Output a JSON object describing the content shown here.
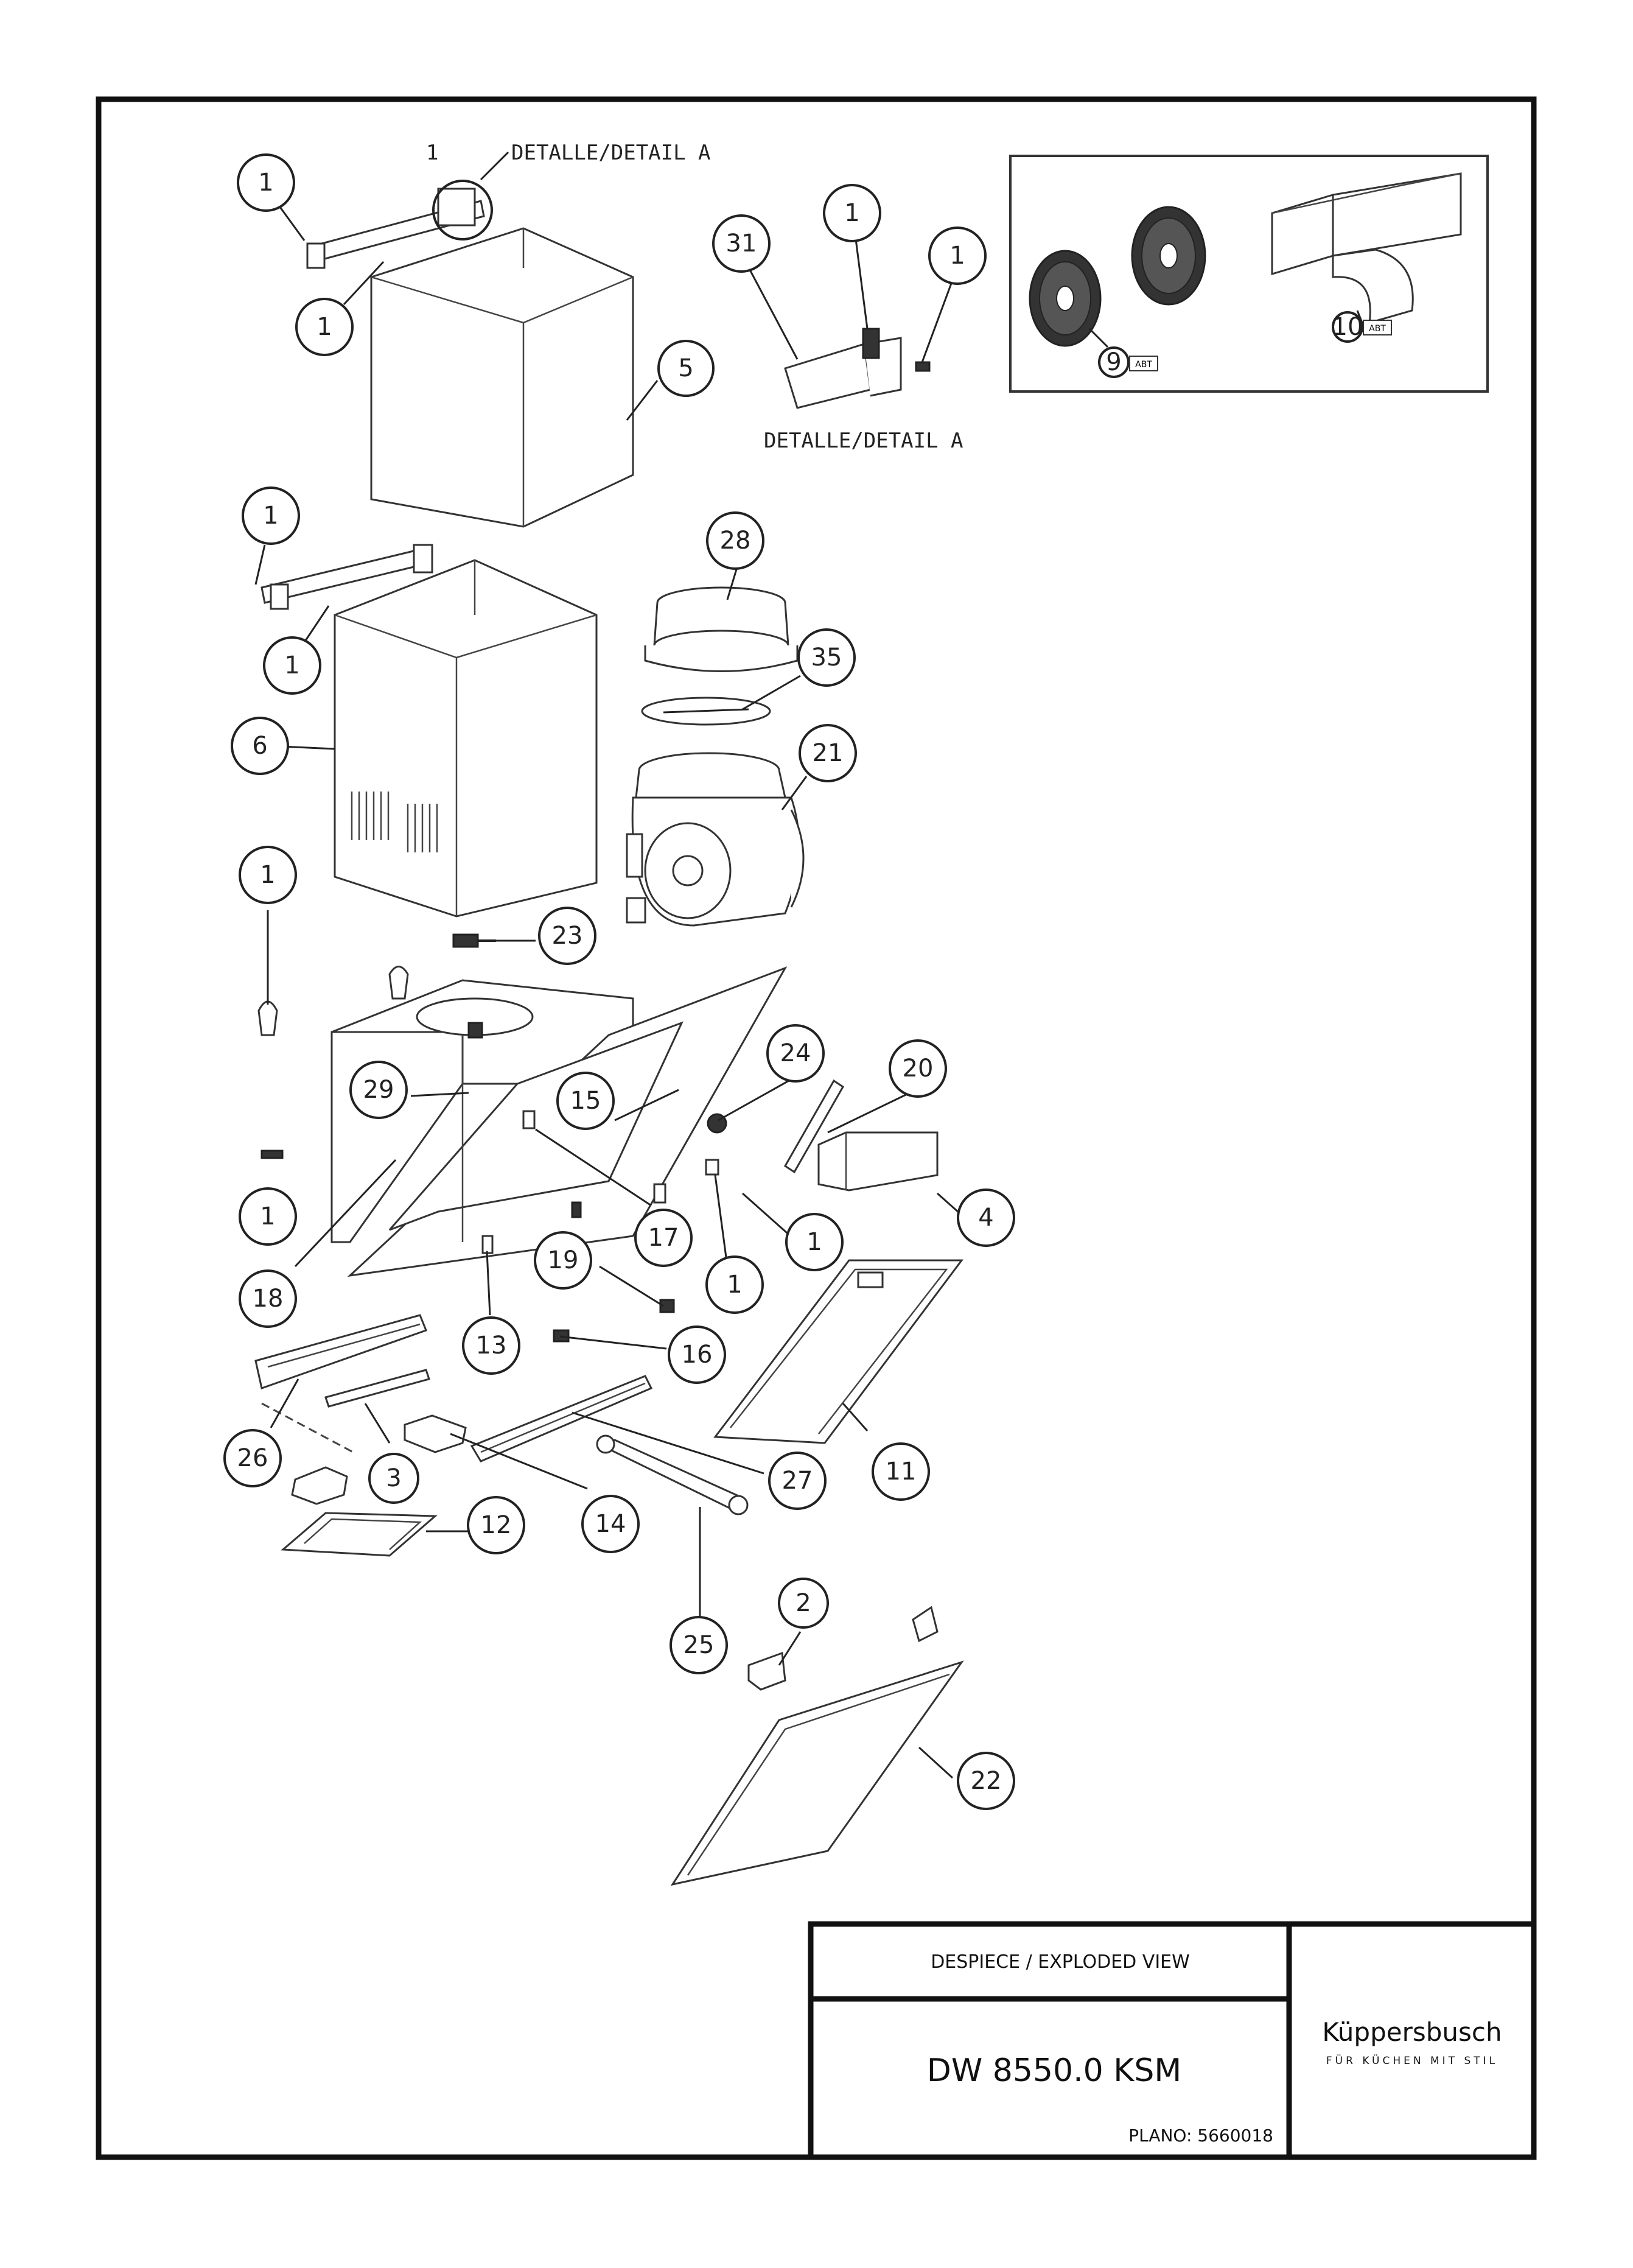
{
  "detail_label_top": "DETALLE/DETAIL A",
  "detail_label_bottom": "DETALLE/DETAIL A",
  "detail_marker": "1",
  "opt_tag": "ABT",
  "callouts": {
    "c1a": "1",
    "c1b": "1",
    "c1c": "1",
    "c1d": "1",
    "c1e": "1",
    "c1f": "1",
    "c1g": "1",
    "c1h": "1",
    "c1i": "1",
    "c1j": "1",
    "c2": "2",
    "c3": "3",
    "c4": "4",
    "c5": "5",
    "c6": "6",
    "c9": "9",
    "c10": "10",
    "c11": "11",
    "c12": "12",
    "c13": "13",
    "c14": "14",
    "c15": "15",
    "c16": "16",
    "c17": "17",
    "c18": "18",
    "c19": "19",
    "c20": "20",
    "c21": "21",
    "c22": "22",
    "c23": "23",
    "c24": "24",
    "c25": "25",
    "c26": "26",
    "c27": "27",
    "c28": "28",
    "c29": "29",
    "c31": "31",
    "c35": "35"
  },
  "title_block": {
    "heading": "DESPIECE / EXPLODED VIEW",
    "model": "DW 8550.0 KSM",
    "plano": "PLANO: 5660018",
    "brand": "Küppersbusch",
    "tagline": "FÜR KÜCHEN MIT STIL"
  }
}
